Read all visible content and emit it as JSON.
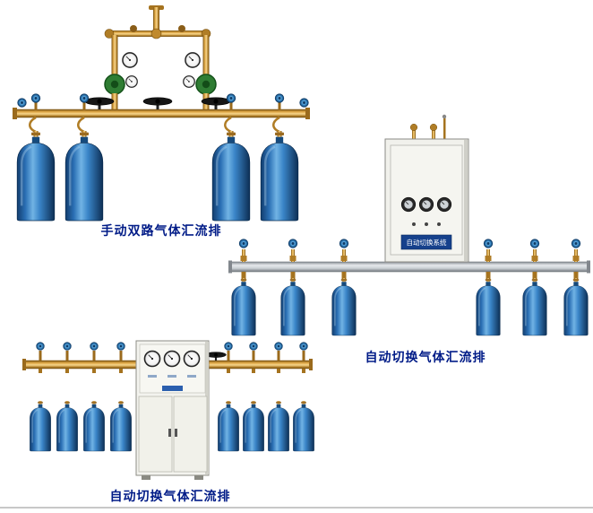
{
  "page": {
    "background": "#ffffff"
  },
  "products": [
    {
      "id": "manual-dual-gas-manifold",
      "caption": "手动双路气体汇流排",
      "cylinders_visible": 4
    },
    {
      "id": "auto-switch-gas-manifold",
      "caption": "自动切换气体汇流排",
      "cabinet_label": "自动切换系统",
      "cylinders_visible": 6
    },
    {
      "id": "auto-switch-gas-manifold-cabinet",
      "caption": "自动切换气体汇流排",
      "cylinders_visible": 8
    }
  ],
  "colors": {
    "caption_text": "#001b87",
    "brass_pipe": "#d69a3c",
    "cylinder_blue": "#2a6fb4",
    "valve_cap_blue": "#3b8cc9",
    "regulator_green": "#2f7d33",
    "cabinet_body": "#f1f1ec",
    "label_plate_blue": "#16418c",
    "rail_steel": "#cbd0d4"
  }
}
